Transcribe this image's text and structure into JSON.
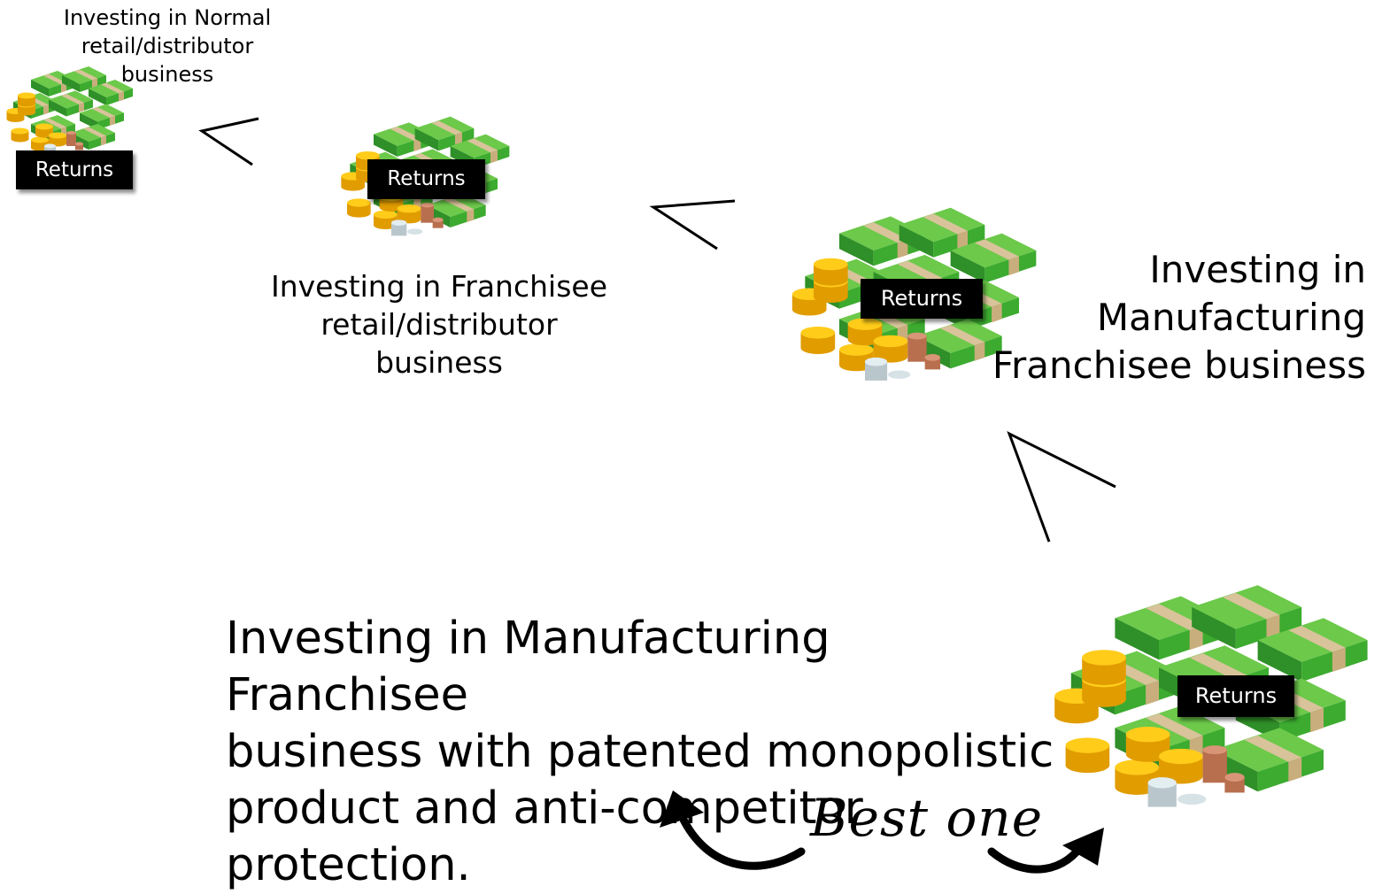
{
  "returns_label": "Returns",
  "tiers": [
    {
      "title_lines": [
        "Investing in Normal",
        "retail/distributor",
        "business"
      ]
    },
    {
      "title_lines": [
        "Investing in Franchisee",
        "retail/distributor",
        "business"
      ]
    },
    {
      "title_lines": [
        "Investing in",
        "Manufacturing",
        "Franchisee business"
      ]
    },
    {
      "title_lines": [
        "Investing in Manufacturing Franchisee",
        "business with patented monopolistic",
        "product and anti-competitor",
        "protection."
      ]
    }
  ],
  "comparison_symbol": "<",
  "annotation": "Best one",
  "colors": {
    "bill_green": "#3cab2f",
    "bill_light": "#6cc94a",
    "band": "#d8c39a",
    "coin_gold": "#f5b400",
    "coin_copper": "#c98560",
    "coin_silver": "#d6e2e6"
  }
}
